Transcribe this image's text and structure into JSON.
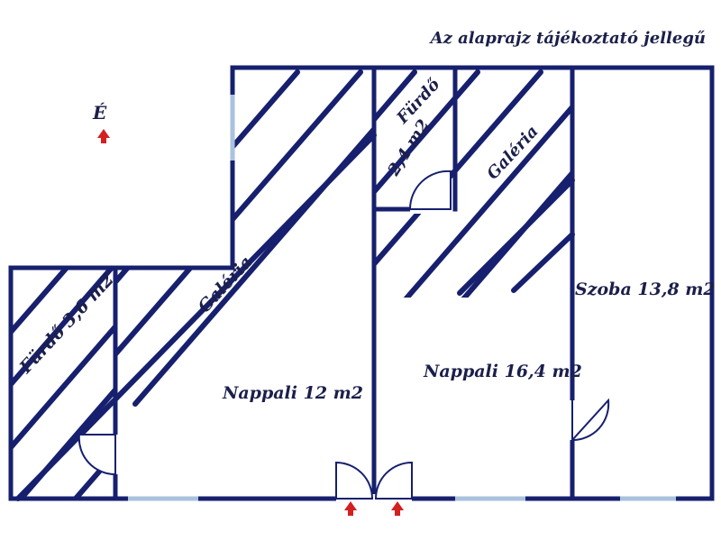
{
  "note": "Az alaprajz tájékoztató jellegű",
  "compass": {
    "label": "É",
    "arrow_icon": "north-arrow-icon",
    "arrow_color": "#d32020"
  },
  "colors": {
    "wall": "#17206e",
    "window": "#a9c2de",
    "entrance_arrow": "#d32020",
    "text": "#1b1f4a"
  },
  "rooms": {
    "furdo_left": "Fürdő 3,6 m2",
    "galeria_left": "Galéria",
    "nappali_left": "Nappali 12 m2",
    "furdo_upper": "Fürdő",
    "furdo_upper_area": "2,4 m2",
    "galeria_right": "Galéria",
    "nappali_right": "Nappali 16,4 m2",
    "szoba": "Szoba 13,8 m2"
  },
  "entrances": [
    {
      "icon": "entrance-arrow-icon"
    },
    {
      "icon": "entrance-arrow-icon"
    }
  ]
}
